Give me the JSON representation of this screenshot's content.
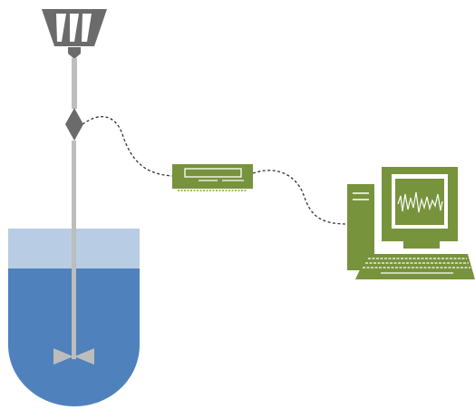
{
  "diagram": {
    "components": [
      {
        "id": "motor",
        "icon": "mixer-motor-icon"
      },
      {
        "id": "shaft",
        "icon": "stirrer-shaft-icon"
      },
      {
        "id": "sensor",
        "icon": "torque-sensor-icon"
      },
      {
        "id": "vessel",
        "icon": "vessel-icon"
      },
      {
        "id": "impeller",
        "icon": "impeller-icon"
      },
      {
        "id": "amplifier",
        "icon": "signal-amplifier-icon"
      },
      {
        "id": "computer",
        "icon": "computer-icon"
      }
    ],
    "colors": {
      "motor": "#6b6b6b",
      "shaft": "#bdbdbd",
      "liquid": "#4f81bd",
      "headspace": "#b8cce4",
      "equipment": "#77933c",
      "equipment_light": "#9bbb59",
      "screen": "#ffffff",
      "cable": "#333333"
    }
  }
}
